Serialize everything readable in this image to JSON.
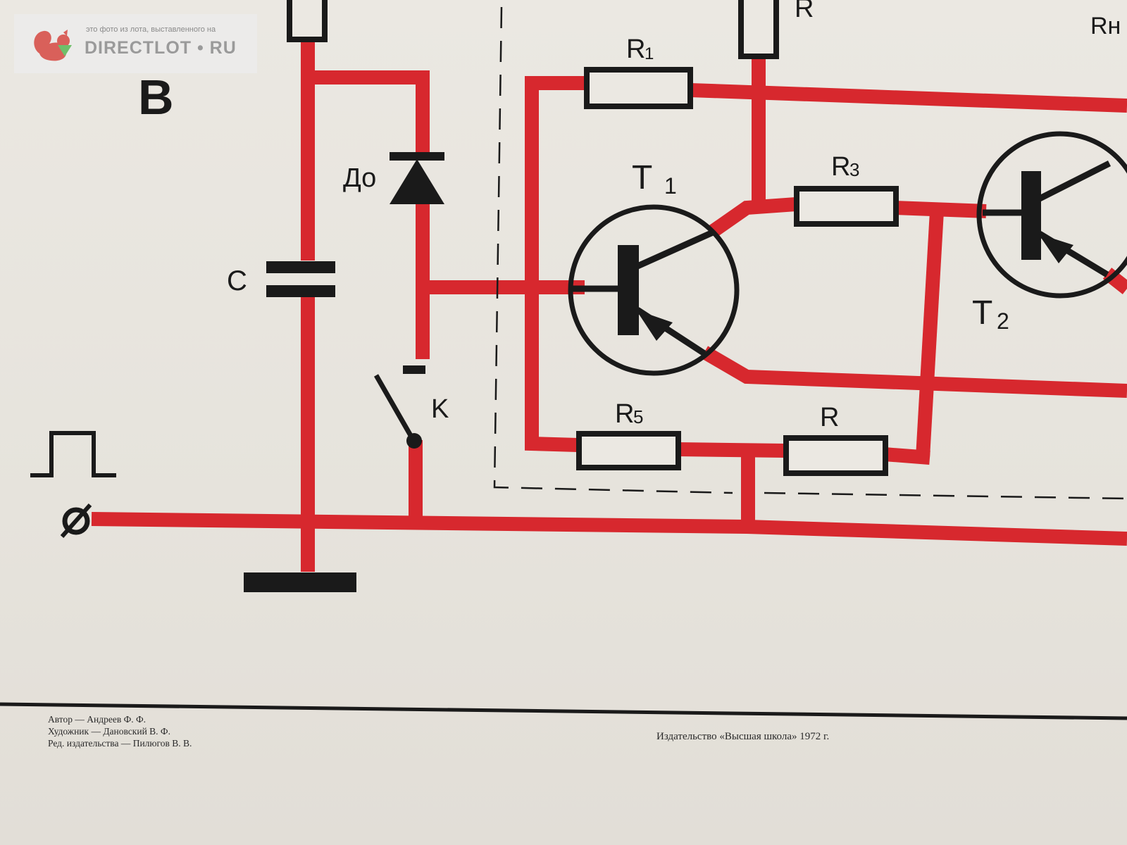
{
  "watermark": {
    "small_text": "это фото из лота, выставленного на",
    "brand_text": "DIRECTLOT • RU"
  },
  "diagram": {
    "section_letter": "B",
    "labels": {
      "diode": "До",
      "capacitor": "C",
      "switch": "K",
      "r1": "R",
      "r1_sub": "1",
      "r3": "R",
      "r3_sub": "3",
      "r5": "R",
      "r5_sub": "5",
      "r_bottom": "R",
      "r_top": "R",
      "rn": "Rн",
      "t1": "T",
      "t1_sub": "1",
      "t2": "T",
      "t2_sub": "2"
    },
    "colors": {
      "wire": "#d7282e",
      "ink": "#1a1a1a",
      "paper": "#e9e6e0"
    }
  },
  "footer": {
    "credits": [
      "Автор — Андреев Ф. Ф.",
      "Художник — Дановский В. Ф.",
      "Ред. издательства — Пилюгов В. В."
    ],
    "publisher": "Издательство «Высшая школа» 1972 г."
  }
}
